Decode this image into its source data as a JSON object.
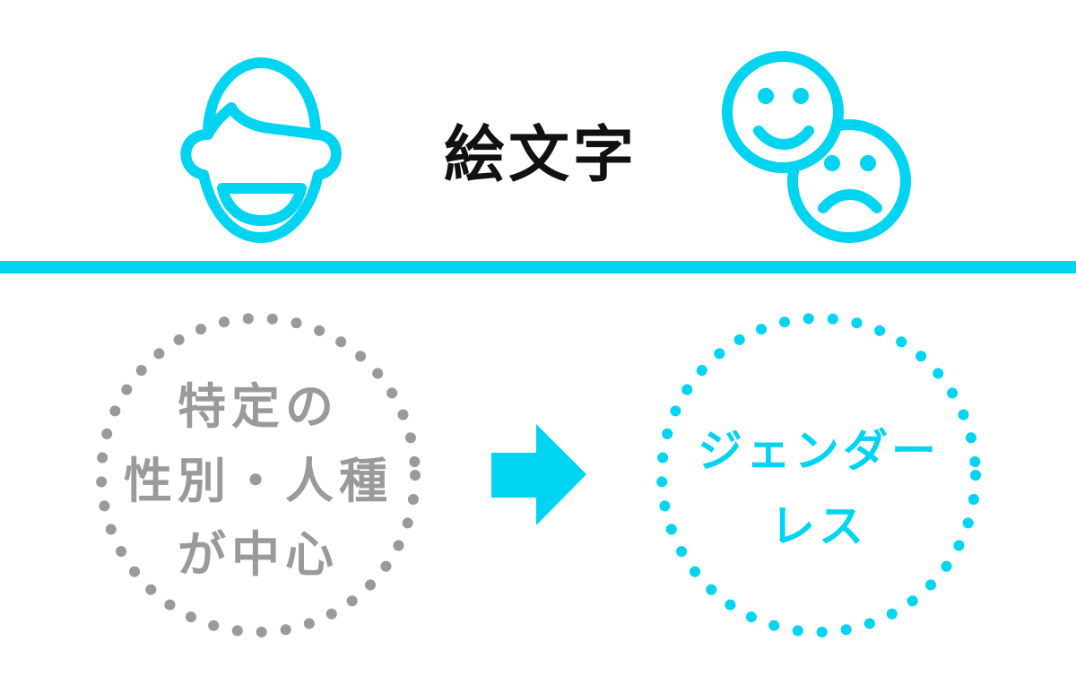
{
  "title": "絵文字",
  "colors": {
    "accent": "#00d4f0",
    "gray": "#9a9a9a",
    "text": "#111111",
    "background": "#ffffff"
  },
  "icons": {
    "left": "person-face-icon",
    "right": "happy-sad-faces-icon",
    "arrow": "right-arrow-icon"
  },
  "before": {
    "lines": [
      "特定の",
      "性別・人種",
      "が中心"
    ]
  },
  "after": {
    "lines": [
      "ジェンダー",
      "レス"
    ]
  }
}
